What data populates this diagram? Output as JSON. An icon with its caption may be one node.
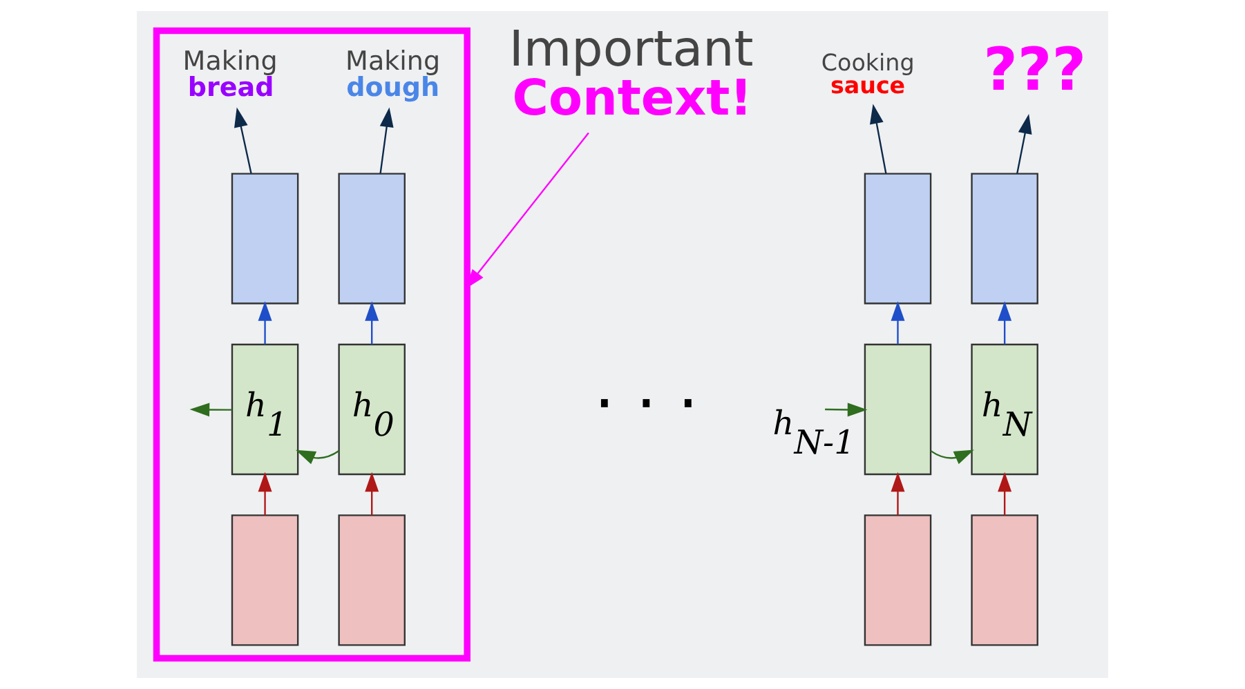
{
  "diagram": {
    "nodes": [
      {
        "text": [],
        "shape": "box"
      },
      {
        "text": [
          "Making",
          "dough"
        ],
        "in": 0
      },
      {
        "text": [
          "Making",
          "bread"
        ],
        "in": 0
      },
      {
        "text": [],
        "shape": "box",
        "in": 0
      },
      {
        "text": [],
        "shape": "box",
        "in": 0
      },
      {
        "text": [
          "h$_{0}$"
        ],
        "in": 0
      },
      {
        "text": [
          "h$_{1}$"
        ],
        "in": 0
      },
      {
        "text": [],
        "shape": "box",
        "in": 0
      },
      {
        "text": [],
        "shape": "box",
        "in": 0
      },
      {
        "text": [
          "Important",
          "Context!"
        ]
      },
      {
        "text": [
          "Cooking",
          "sauce"
        ]
      },
      {
        "text": [
          "???"
        ]
      },
      {
        "text": [],
        "shape": "box"
      },
      {
        "text": [],
        "shape": "box"
      },
      {
        "text": [],
        "shape": "box"
      },
      {
        "text": [
          "h$_{N}$"
        ]
      },
      {
        "text": [],
        "shape": "box"
      },
      {
        "text": [],
        "shape": "box"
      }
    ],
    "edges": [
      {
        "from": 7,
        "to": 5,
        "arrow": "to",
        "color": "#b01818"
      },
      {
        "from": 8,
        "to": 6,
        "arrow": "to",
        "color": "#b01818"
      },
      {
        "from": 5,
        "to": 3,
        "arrow": "to",
        "color": "#1f4fc8"
      },
      {
        "from": 6,
        "to": 4,
        "arrow": "to",
        "color": "#1f4fc8"
      },
      {
        "from": 3,
        "to": 1,
        "arrow": "to",
        "color": "#0d2a4a"
      },
      {
        "from": 4,
        "to": 2,
        "arrow": "to",
        "color": "#0d2a4a"
      },
      {
        "from": 5,
        "to": 6,
        "arrow": "to",
        "color": "#2f6e1f"
      },
      {
        "from": 6,
        "to": null,
        "arrow": "to",
        "color": "#2f6e1f"
      },
      {
        "from": 9,
        "to": 0,
        "arrow": "to",
        "color": "#ff00ff"
      },
      {
        "from": 16,
        "to": 14,
        "arrow": "to",
        "color": "#b01818"
      },
      {
        "from": 17,
        "to": 15,
        "arrow": "to",
        "color": "#b01818"
      },
      {
        "from": 14,
        "to": 12,
        "arrow": "to",
        "color": "#1f4fc8"
      },
      {
        "from": 15,
        "to": 13,
        "arrow": "to",
        "color": "#1f4fc8"
      },
      {
        "from": 12,
        "to": 10,
        "arrow": "to",
        "color": "#0d2a4a"
      },
      {
        "from": 13,
        "to": 11,
        "arrow": "to",
        "color": "#0d2a4a"
      },
      {
        "from": null,
        "to": 14,
        "arrow": "to",
        "label": "h$_{N-1}$",
        "color": "#2f6e1f"
      },
      {
        "from": 14,
        "to": 15,
        "arrow": "to",
        "color": "#2f6e1f"
      }
    ],
    "labels": [
      "· · ·"
    ]
  }
}
